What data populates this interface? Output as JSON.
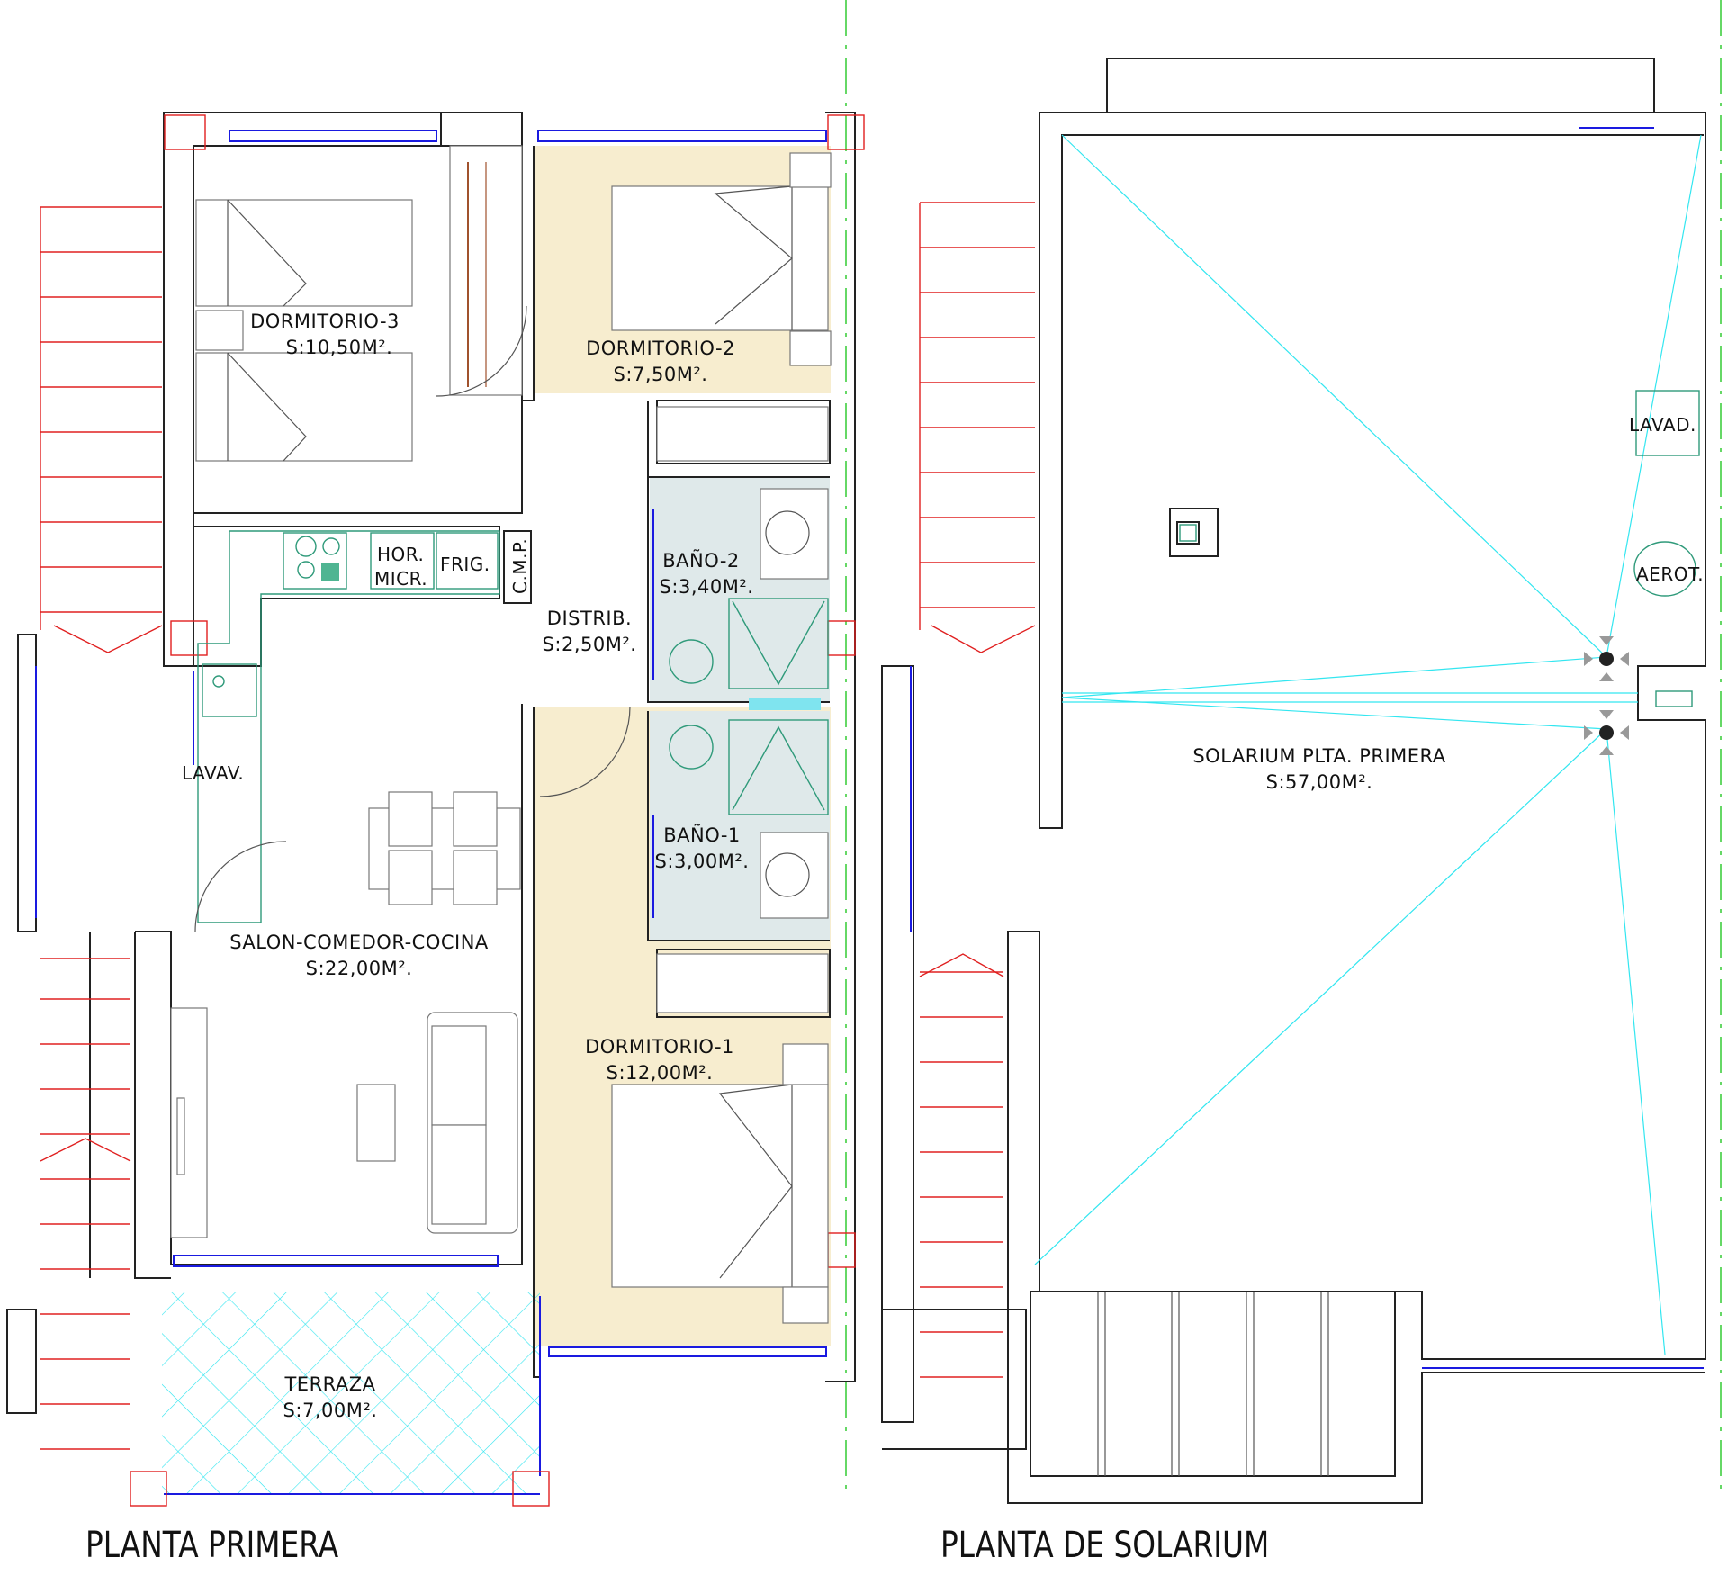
{
  "plans": [
    {
      "title": "PLANTA PRIMERA",
      "rooms": [
        {
          "name": "DORMITORIO-3",
          "area": "S:10,50M²."
        },
        {
          "name": "DORMITORIO-2",
          "area": "S:7,50M²."
        },
        {
          "name": "BAÑO-2",
          "area": "S:3,40M²."
        },
        {
          "name": "DISTRIB.",
          "area": "S:2,50M²."
        },
        {
          "name": "BAÑO-1",
          "area": "S:3,00M²."
        },
        {
          "name": "SALON-COMEDOR-COCINA",
          "area": "S:22,00M²."
        },
        {
          "name": "DORMITORIO-1",
          "area": "S:12,00M²."
        },
        {
          "name": "TERRAZA",
          "area": "S:7,00M²."
        }
      ],
      "fixtures": {
        "oven_micro_line1": "HOR.",
        "oven_micro_line2": "MICR.",
        "fridge": "FRIG.",
        "cmp": "C.M.P.",
        "laundry_sink": "LAVAV."
      }
    },
    {
      "title": "PLANTA DE SOLARIUM",
      "rooms": [
        {
          "name": "SOLARIUM PLTA. PRIMERA",
          "area": "S:57,00M²."
        }
      ],
      "fixtures": {
        "washer": "LAVAD.",
        "aerothermal": "AEROT."
      }
    }
  ],
  "colors": {
    "bedroom_fill": "#f7edcf",
    "bath_fill": "#dfe9ea",
    "wall": "#222222",
    "window": "#1a1ae0",
    "structure": "#e02020",
    "hatch": "#33e6f0",
    "fixture": "#2f9a7a",
    "axis": "#33cc33"
  }
}
